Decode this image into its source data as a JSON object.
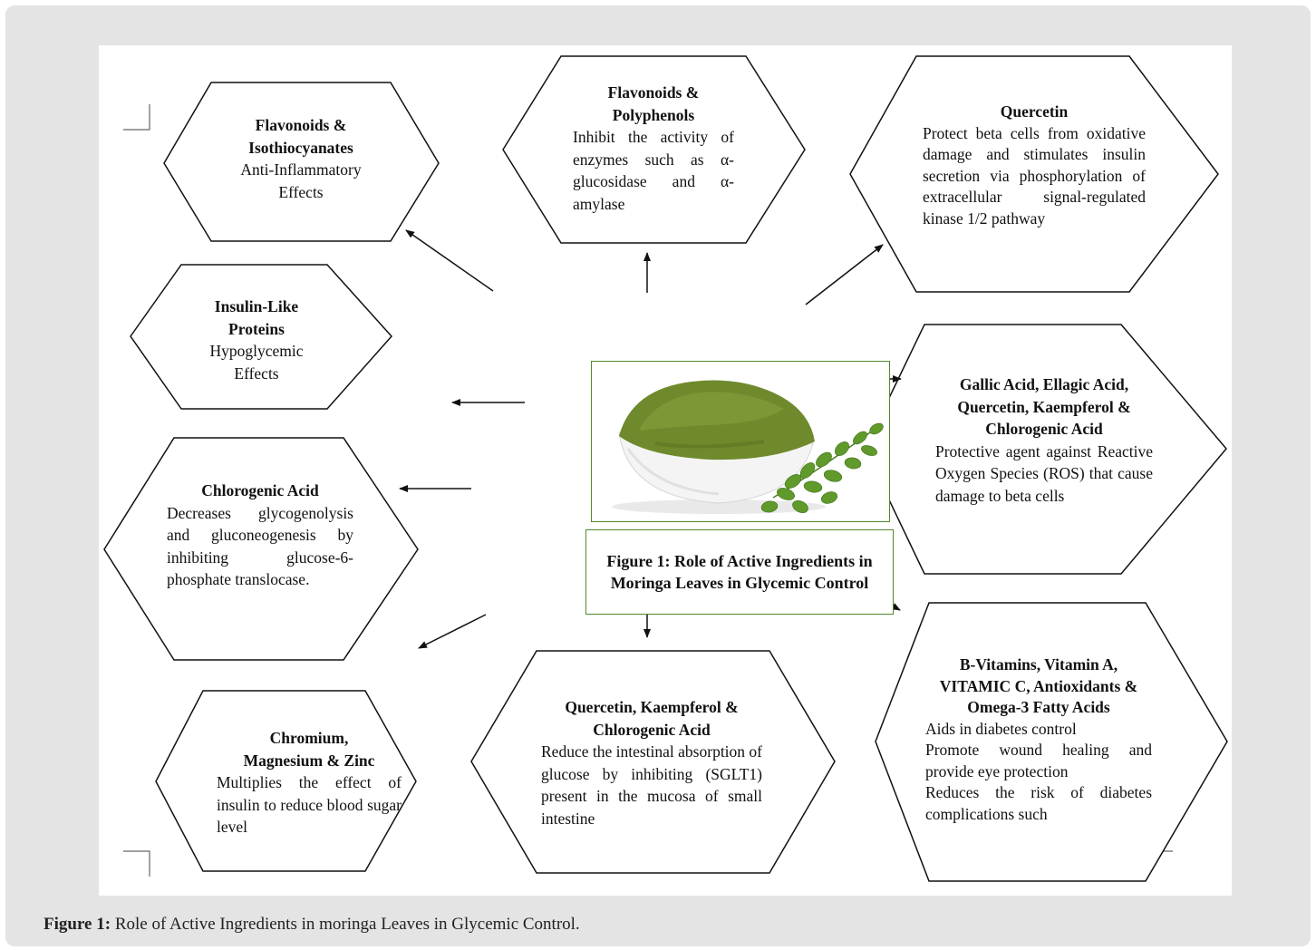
{
  "figure_title": "Figure 1: Role of Active Ingredients in Moringa Leaves in Glycemic Control",
  "caption": {
    "label": "Figure 1:",
    "text": " Role of Active Ingredients in moringa Leaves in Glycemic Control."
  },
  "nodes": {
    "flavonoids_isothiocyanates": {
      "title": "Flavonoids & Isothiocyanates",
      "body": "Anti-Inflammatory Effects"
    },
    "flavonoids_polyphenols": {
      "title": "Flavonoids & Polyphenols",
      "body": "Inhibit the activity of enzymes such as α-glucosidase and α-amylase"
    },
    "quercetin": {
      "title": "Quercetin",
      "body": "Protect beta cells from oxidative damage and stimulates insulin secretion via phosphorylation of extracellular signal-regulated kinase 1/2 pathway"
    },
    "insulin_like_proteins": {
      "title": "Insulin-Like Proteins",
      "body": "Hypoglycemic Effects"
    },
    "gallic_acid_group": {
      "title": "Gallic Acid, Ellagic Acid, Quercetin, Kaempferol & Chlorogenic Acid",
      "body": "Protective agent against Reactive Oxygen Species (ROS) that cause damage to beta cells"
    },
    "chlorogenic_acid": {
      "title": "Chlorogenic Acid",
      "body": "Decreases glycogenolysis and gluconeogenesis by inhibiting glucose-6-phosphate translocase."
    },
    "chromium_magnesium_zinc": {
      "title": "Chromium, Magnesium & Zinc",
      "body": "Multiplies the effect of insulin to reduce blood sugar level"
    },
    "quercetin_kaempferol_chlorogenic": {
      "title": "Quercetin, Kaempferol & Chlorogenic Acid",
      "body": "Reduce the intestinal absorption of glucose by inhibiting (SGLT1) present in the mucosa of small intestine"
    },
    "vitamins_antioxidants": {
      "title": "B-Vitamins, Vitamin A, VITAMIC C, Antioxidants & Omega-3 Fatty Acids",
      "body": "Aids in diabetes control\nPromote wound healing and provide eye protection\nReduces the risk of diabetes complications such"
    }
  },
  "colors": {
    "panel_background": "#e4e4e4",
    "box_border": "#4f8a2e",
    "hex_stroke": "#111111",
    "powder_green": "#6f8a2c",
    "leaf_green": "#5f9a2a"
  }
}
